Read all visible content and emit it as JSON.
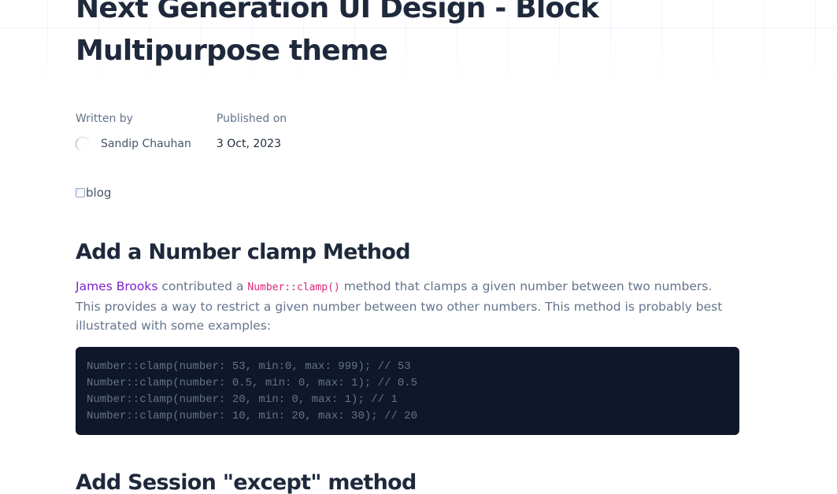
{
  "post": {
    "title": "Next Generation UI Design - Block Multipurpose theme",
    "meta": {
      "written_by_label": "Written by",
      "author": "Sandip Chauhan",
      "published_label": "Published on",
      "date": "3 Oct, 2023"
    },
    "image_alt": "blog",
    "sections": [
      {
        "heading": "Add a Number clamp Method",
        "paragraph": {
          "link_text": "James Brooks",
          "text_before_code": " contributed a ",
          "inline_code": "Number::clamp()",
          "text_after_code": " method that clamps a given number between two numbers. This provides a way to restrict a given number between two other numbers. This method is probably best illustrated with some examples:"
        },
        "code_lines": [
          "Number::clamp(number: 53, min:0, max: 999); // 53",
          "Number::clamp(number: 0.5, min: 0, max: 1); // 0.5",
          "Number::clamp(number: 20, min: 0, max: 1); // 1",
          "Number::clamp(number: 10, min: 20, max: 30); // 20"
        ]
      },
      {
        "heading": "Add Session \"except\" method"
      }
    ]
  },
  "colors": {
    "link": "#7e22ce",
    "inline_code": "#db2777",
    "code_bg": "#0f172a",
    "heading": "#1e293b",
    "body_text": "#64748b"
  },
  "icons": {
    "avatar": "broken-image-avatar",
    "blog_image": "broken-image-icon"
  }
}
